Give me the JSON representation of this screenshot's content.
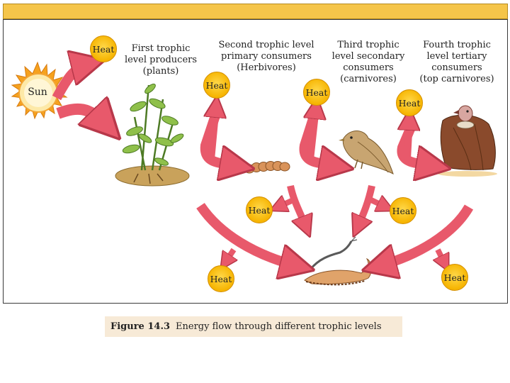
{
  "sun": {
    "label": "Sun"
  },
  "heat_label": "Heat",
  "levels": [
    {
      "label": "First trophic\nlevel producers\n(plants)"
    },
    {
      "label": "Second trophic level\nprimary consumers\n(Herbivores)"
    },
    {
      "label": "Third trophic\nlevel  secondary\nconsumers\n(carnivores)"
    },
    {
      "label": "Fourth trophic\nlevel tertiary\nconsumers\n(top carnivores)"
    }
  ],
  "figure": {
    "number": "Figure  14.3",
    "caption": "Energy flow through different trophic levels"
  },
  "colors": {
    "arrow": "#e8596b",
    "heat_circle": "#f6b400",
    "sun": "#f6a21e",
    "caption_bg": "#f7ead7",
    "top_bar": "#f5c54a"
  }
}
